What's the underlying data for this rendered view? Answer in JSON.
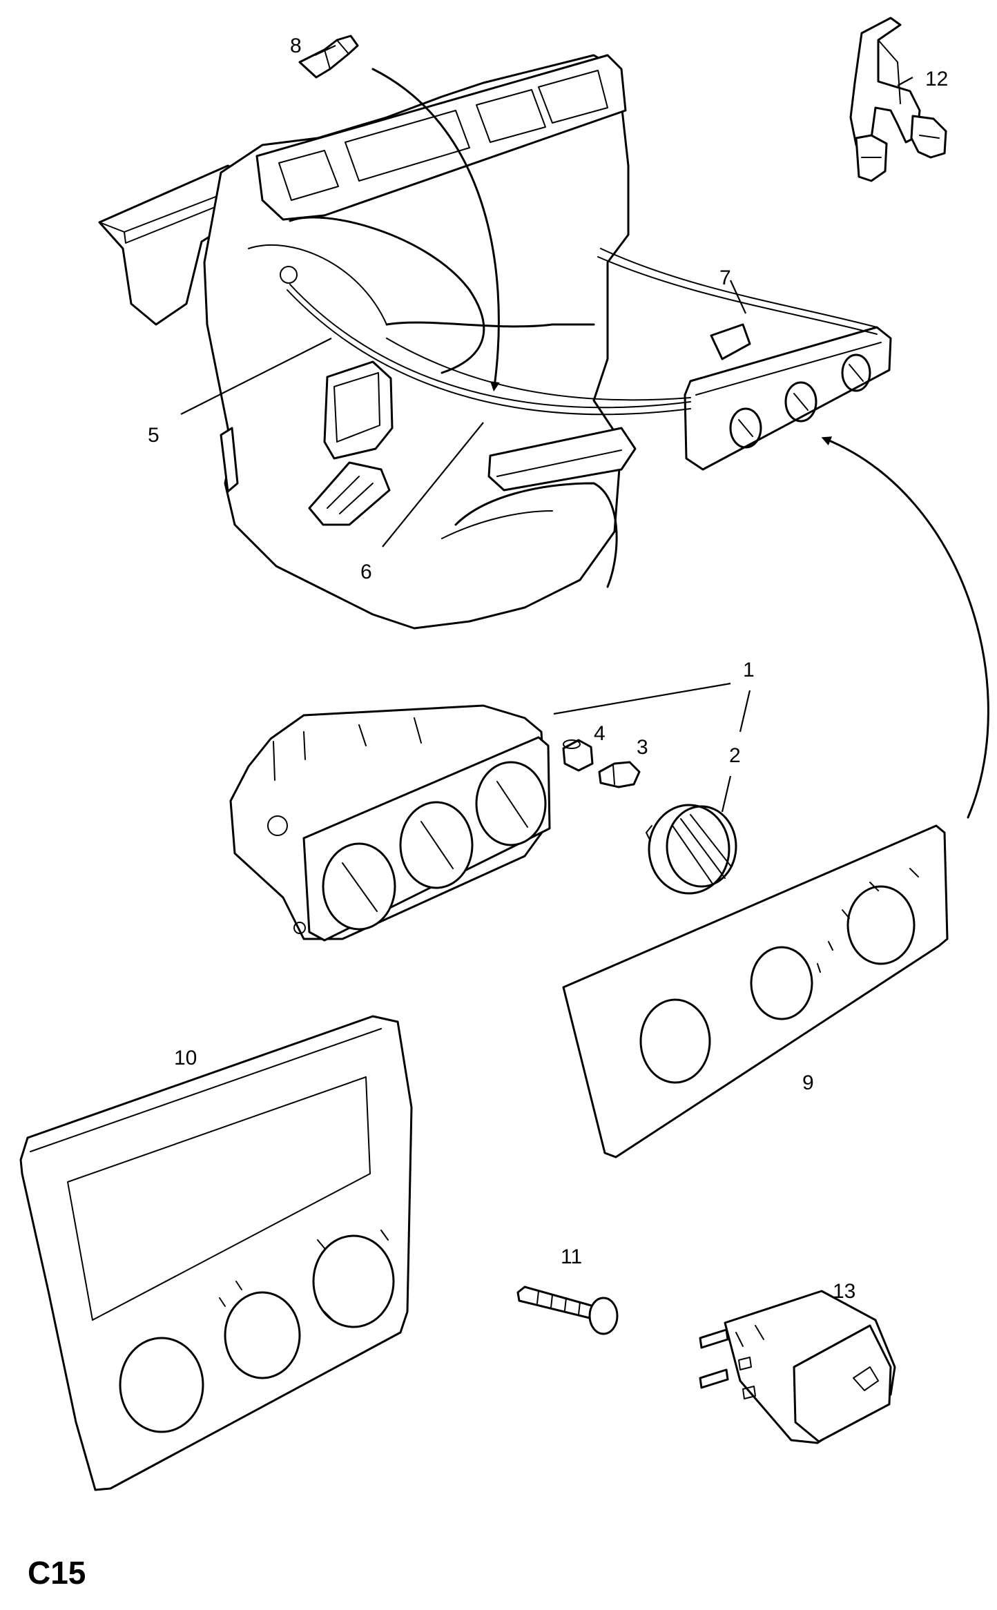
{
  "diagram": {
    "code": "C15",
    "callouts": [
      "1",
      "2",
      "3",
      "4",
      "5",
      "6",
      "7",
      "8",
      "9",
      "10",
      "11",
      "12",
      "13"
    ]
  }
}
